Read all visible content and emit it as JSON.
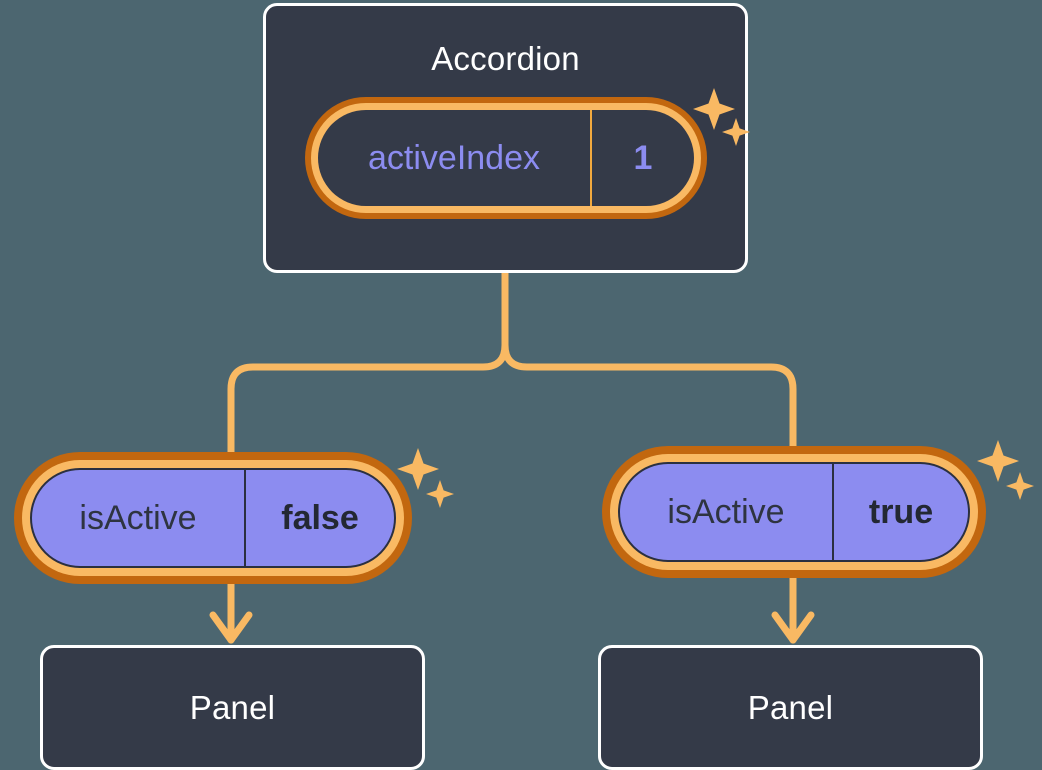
{
  "theme": {
    "background": "#4c6670",
    "component_fill": "#343a48",
    "component_border": "#ffffff",
    "accent_orange": "#f2a93e",
    "accent_orange_dark": "#c2670f",
    "accent_amber": "#f9b963",
    "state_fill": "#8c8cf0",
    "state_text": "#2e3440",
    "value_text_dark": "#232833",
    "highlight_text": "#8c8cf0"
  },
  "diagram": {
    "type": "component-state-tree",
    "root": {
      "title": "Accordion",
      "state": {
        "key": "activeIndex",
        "value": "1",
        "highlighted": true
      }
    },
    "children": [
      {
        "state": {
          "key": "isActive",
          "value": "false",
          "highlighted": true
        },
        "component": {
          "title": "Panel"
        }
      },
      {
        "state": {
          "key": "isActive",
          "value": "true",
          "highlighted": true
        },
        "component": {
          "title": "Panel"
        }
      }
    ],
    "icons": {
      "sparkle": "sparkle-icon",
      "arrow": "arrow-down-icon",
      "branch": "branch-connector"
    }
  }
}
